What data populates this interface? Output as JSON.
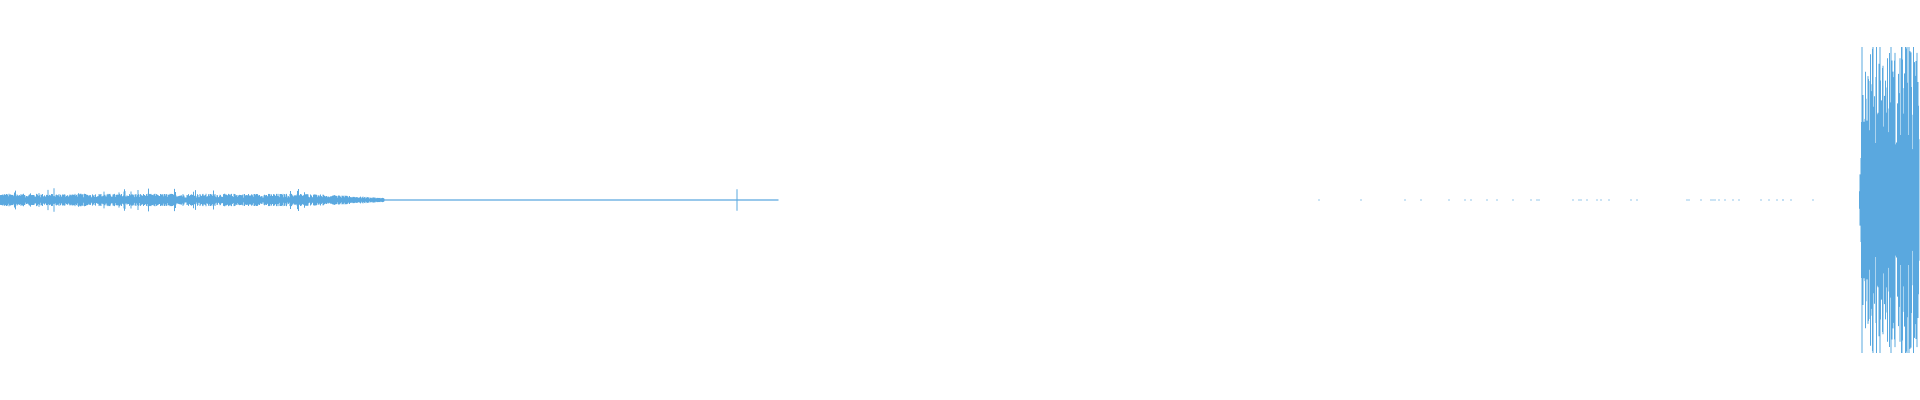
{
  "waveform": {
    "color": "#5aa8df",
    "background": "#ffffff",
    "segments": [
      {
        "kind": "dense-noise",
        "start_fraction": 0.0,
        "end_fraction": 0.16,
        "amplitude_fraction": 0.035
      },
      {
        "kind": "taper",
        "start_fraction": 0.16,
        "end_fraction": 0.2,
        "amplitude_fraction": 0.012
      },
      {
        "kind": "near-silence",
        "start_fraction": 0.2,
        "end_fraction": 0.405,
        "amplitude_fraction": 0.003
      },
      {
        "kind": "sparse-ticks",
        "start_fraction": 0.685,
        "end_fraction": 0.945,
        "amplitude_fraction": 0.004
      },
      {
        "kind": "loud-burst",
        "start_fraction": 0.968,
        "end_fraction": 1.0,
        "amplitude_fraction": 0.85
      }
    ],
    "spikes": [
      {
        "position_fraction": 0.384,
        "amplitude_fraction": 0.06
      }
    ]
  }
}
